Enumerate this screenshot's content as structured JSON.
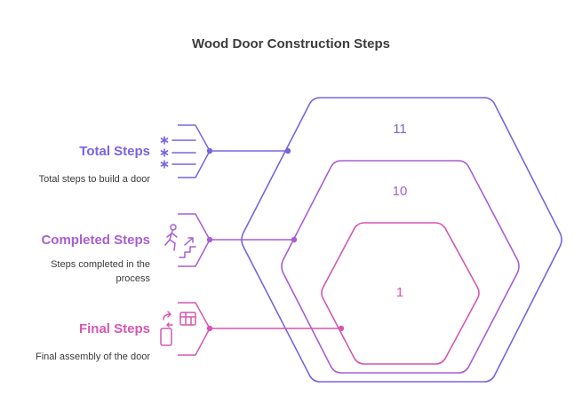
{
  "title": "Wood Door Construction Steps",
  "colors": {
    "outer": "#7b63e0",
    "middle": "#a85ed3",
    "inner": "#d457b3"
  },
  "items": [
    {
      "label": "Total Steps",
      "description_lines": [
        "Total steps to build a door"
      ],
      "value": "11",
      "icon": "asterisk-list-icon",
      "color": "#7b63e0"
    },
    {
      "label": "Completed Steps",
      "description_lines": [
        "Steps completed in the",
        "process"
      ],
      "value": "10",
      "icon": "stairs-walking-icon",
      "color": "#a85ed3"
    },
    {
      "label": "Final Steps",
      "description_lines": [
        "Final assembly of the door"
      ],
      "value": "1",
      "icon": "assembly-layout-icon",
      "color": "#d457b3"
    }
  ]
}
